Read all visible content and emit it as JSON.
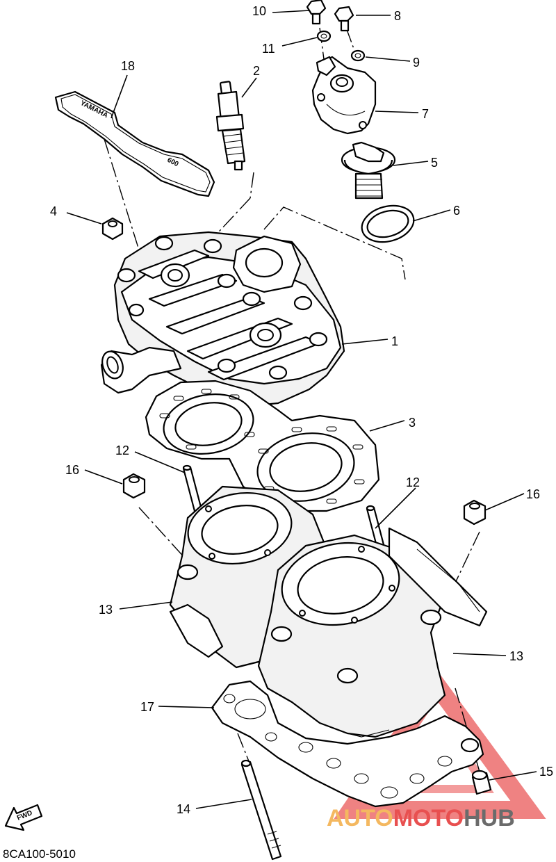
{
  "diagram": {
    "callouts": [
      {
        "id": "1",
        "label": "1"
      },
      {
        "id": "2",
        "label": "2"
      },
      {
        "id": "3",
        "label": "3"
      },
      {
        "id": "4",
        "label": "4"
      },
      {
        "id": "5",
        "label": "5"
      },
      {
        "id": "6",
        "label": "6"
      },
      {
        "id": "7",
        "label": "7"
      },
      {
        "id": "8",
        "label": "8"
      },
      {
        "id": "9",
        "label": "9"
      },
      {
        "id": "10",
        "label": "10"
      },
      {
        "id": "11",
        "label": "11"
      },
      {
        "id": "12a",
        "label": "12"
      },
      {
        "id": "12b",
        "label": "12"
      },
      {
        "id": "13a",
        "label": "13"
      },
      {
        "id": "13b",
        "label": "13"
      },
      {
        "id": "14",
        "label": "14"
      },
      {
        "id": "15",
        "label": "15"
      },
      {
        "id": "16a",
        "label": "16"
      },
      {
        "id": "16b",
        "label": "16"
      },
      {
        "id": "17",
        "label": "17"
      },
      {
        "id": "18",
        "label": "18"
      }
    ],
    "gasket_text": {
      "brand": "YAMAHA",
      "model": "600"
    },
    "fwd_label": "FWD",
    "drawing_code": "8CA100-5010"
  },
  "watermark": {
    "part1": "AUTO",
    "part2": "MOTO",
    "part3": "HUB",
    "colors": {
      "triangle": "#e63c3c",
      "auto": "#f4b860",
      "moto": "#e85050",
      "hub": "#6b6b6b"
    }
  }
}
